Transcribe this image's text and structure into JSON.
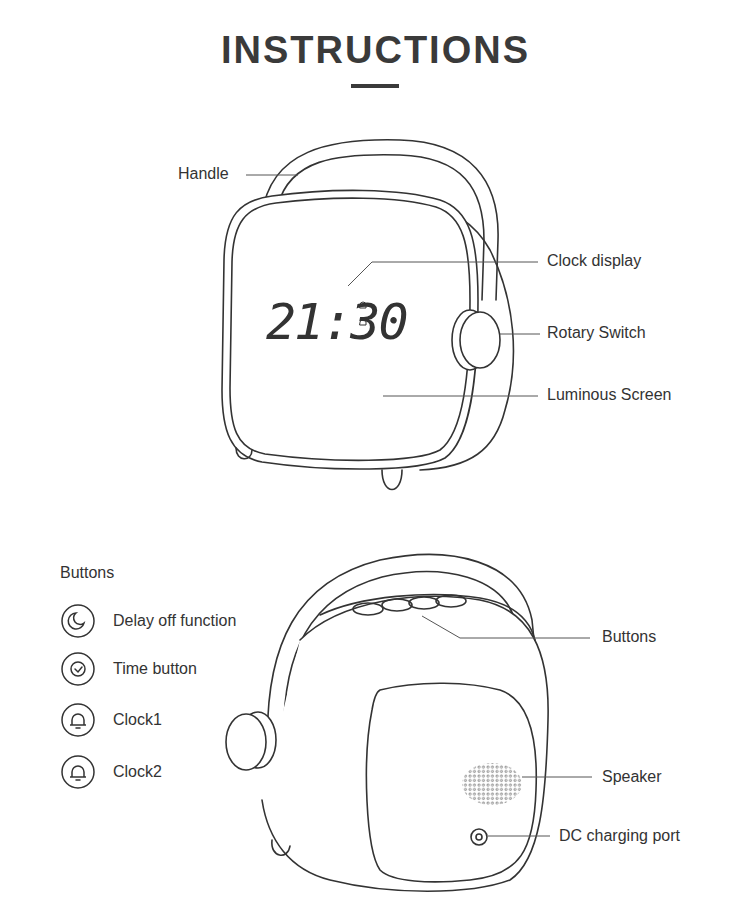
{
  "diagram": {
    "title": "INSTRUCTIONS",
    "labels": [
      "Handle",
      "Clock display",
      "21:30",
      "Rotary Switch",
      "Luminous Screen",
      "Buttons",
      "Delay off function",
      "Time button",
      "Clock1",
      "Clock2",
      "Buttons",
      "Speaker",
      "DC charging port"
    ]
  }
}
